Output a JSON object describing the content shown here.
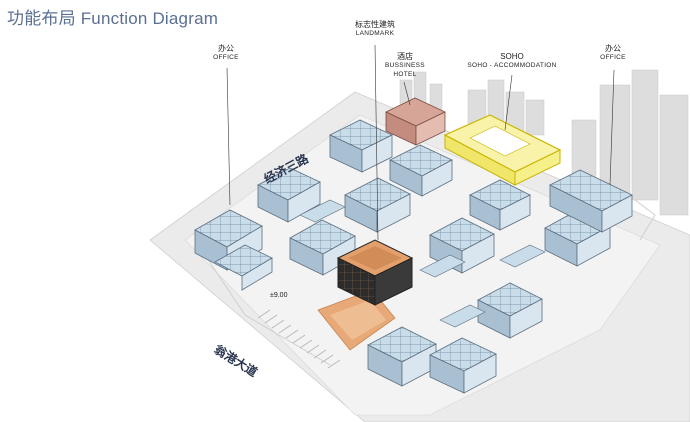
{
  "title": "功能布局 Function Diagram",
  "labels": {
    "landmark": {
      "cn": "标志性建筑",
      "en": "LANDMARK"
    },
    "hotel": {
      "cn": "酒店",
      "en1": "BUSSINESS",
      "en2": "HOTEL"
    },
    "soho": {
      "cn": "SOHO",
      "en": "SOHO - ACCOMMODATION"
    },
    "office_left": {
      "cn": "办公",
      "en": "OFFICE"
    },
    "office_right": {
      "cn": "办公",
      "en": "OFFICE"
    }
  },
  "roads": {
    "north": "经济三路",
    "south": "翁港大道"
  },
  "elevation": "±9.00",
  "colors": {
    "glass": "#c8dcea",
    "pink": "#d9a699",
    "yellow": "#f4ee6a",
    "orange": "#e3a06d",
    "ground": "#e9e9e9",
    "title": "#5b6f94"
  }
}
